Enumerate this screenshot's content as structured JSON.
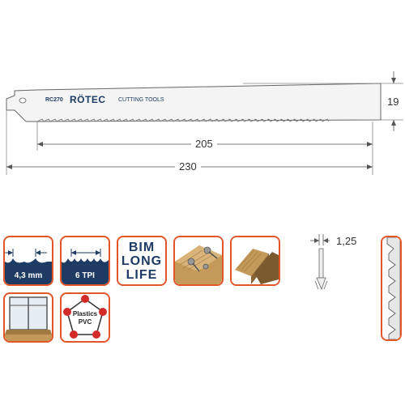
{
  "blade": {
    "code": "RC270",
    "brand": "RÖTEC",
    "brand_sub": "CUTTING TOOLS"
  },
  "dimensions": {
    "height": "19",
    "cut_length": "205",
    "total_length": "230",
    "thickness": "1,25"
  },
  "tiles": {
    "tooth_spacing": "4,3 mm",
    "tpi": "6 TPI",
    "bim_line1": "BIM",
    "bim_line2": "LONG",
    "bim_line3": "LIFE",
    "plastics_line1": "Plastics",
    "plastics_line2": "PVC"
  },
  "colors": {
    "tile_border": "#e2572a",
    "navy": "#1d3b63",
    "wood_light": "#c49a5a",
    "wood_dark": "#7a5a2e",
    "node_red": "#d42a2a"
  }
}
